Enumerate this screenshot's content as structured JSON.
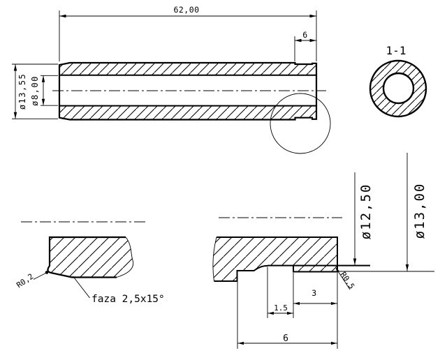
{
  "colors": {
    "ink": "#000000",
    "paper": "#ffffff"
  },
  "main_view": {
    "length_dim": "62,00",
    "end_section_dim": "6",
    "outer_diameter_dim": "ø13,55",
    "bore_diameter_dim": "ø8,00"
  },
  "section_view": {
    "label": "1-1"
  },
  "detail_left": {
    "corner_radius_note": "R0,2",
    "chamfer_note": "faza 2,5x15°"
  },
  "detail_right": {
    "groove_flat_dim": "1.5",
    "collar_length_dim": "3",
    "reduced_section_dim": "6",
    "corner_radius_note": "R0.5",
    "groove_diameter_dim": "ø12,50",
    "end_diameter_dim": "ø13,00"
  }
}
